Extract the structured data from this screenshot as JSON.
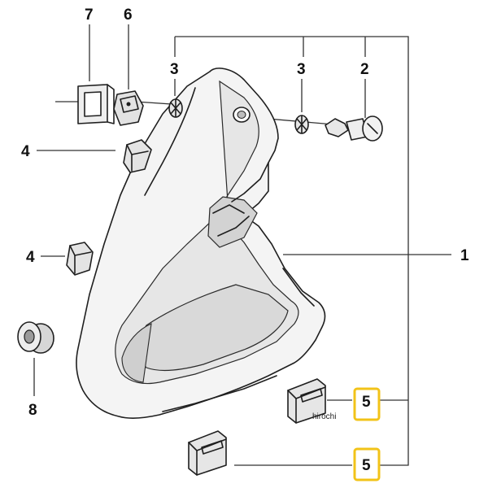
{
  "callouts": {
    "c7": "7",
    "c6": "6",
    "c3a": "3",
    "c3b": "3",
    "c2": "2",
    "c4a": "4",
    "c4b": "4",
    "c1": "1",
    "c8": "8",
    "c5a": "5",
    "c5b": "5"
  },
  "watermark": "hirochi",
  "highlight_color": "#f2c318"
}
